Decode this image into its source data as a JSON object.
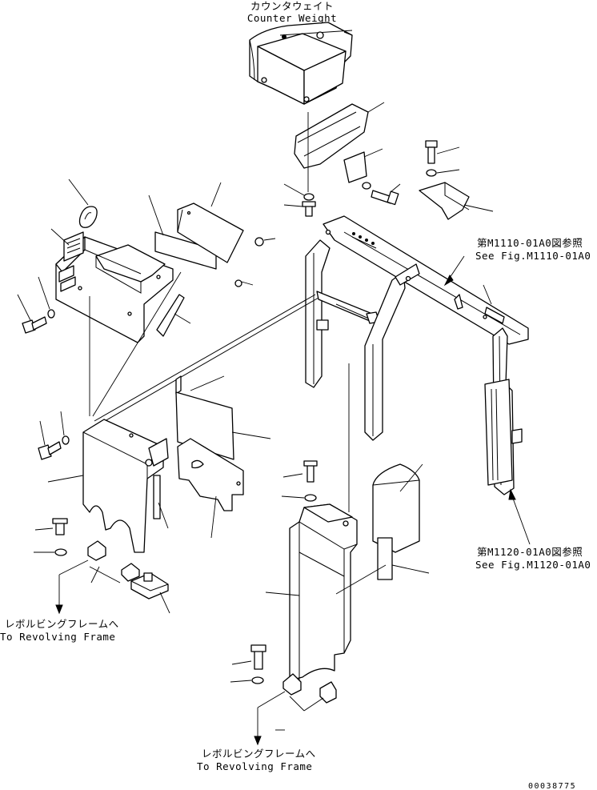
{
  "labels": {
    "counterweight_jp": "カウンタウェイト",
    "counterweight_en": "Counter Weight",
    "ref1_jp": "第M1110-01A0図参照",
    "ref1_en": "See Fig.M1110-01A0",
    "ref2_jp": "第M1120-01A0図参照",
    "ref2_en": "See Fig.M1120-01A0",
    "revolving_jp_left": "レボルビングフレームへ",
    "revolving_en_left": "To Revolving Frame",
    "revolving_jp_bottom": "レボルビングフレームへ",
    "revolving_en_bottom": "To Revolving Frame",
    "drawing_number": "00038775"
  },
  "colors": {
    "ink": "#000000",
    "paper": "#ffffff"
  }
}
